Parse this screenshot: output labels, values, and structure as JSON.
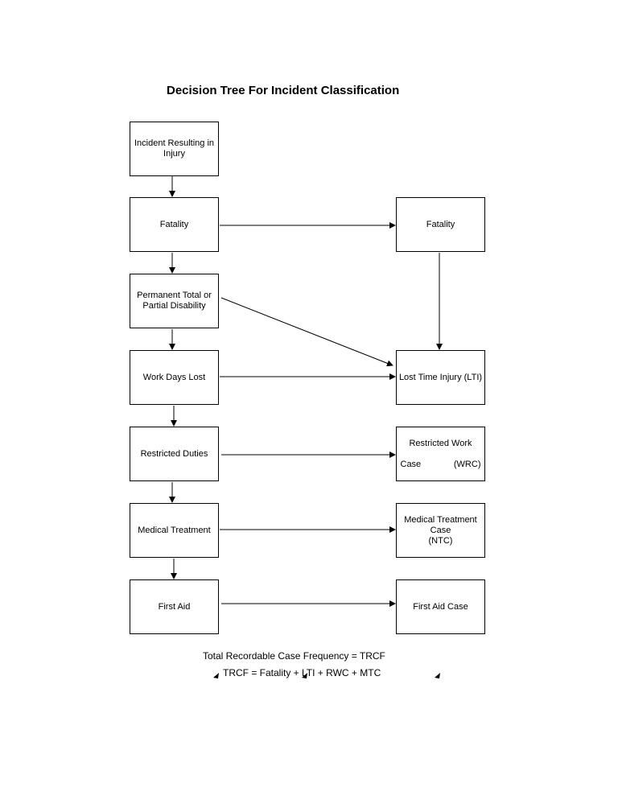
{
  "title": "Decision Tree For Incident Classification",
  "left_column": [
    "Incident Resulting in\nInjury",
    "Fatality",
    "Permanent Total or\nPartial Disability",
    "Work Days Lost",
    "Restricted Duties",
    "Medical Treatment",
    "First Aid"
  ],
  "right_column": {
    "fatality": "Fatality",
    "lti": "Lost Time Injury (LTI)",
    "wrc_line1": "Restricted Work",
    "wrc_line2_left": "Case",
    "wrc_line2_right": "(WRC)",
    "ntc": "Medical Treatment\nCase\n(NTC)",
    "first_aid_case": "First Aid Case"
  },
  "formula": {
    "line1": "Total Recordable Case Frequency = TRCF",
    "line2": "TRCF = Fatality + LTI + RWC + MTC"
  }
}
